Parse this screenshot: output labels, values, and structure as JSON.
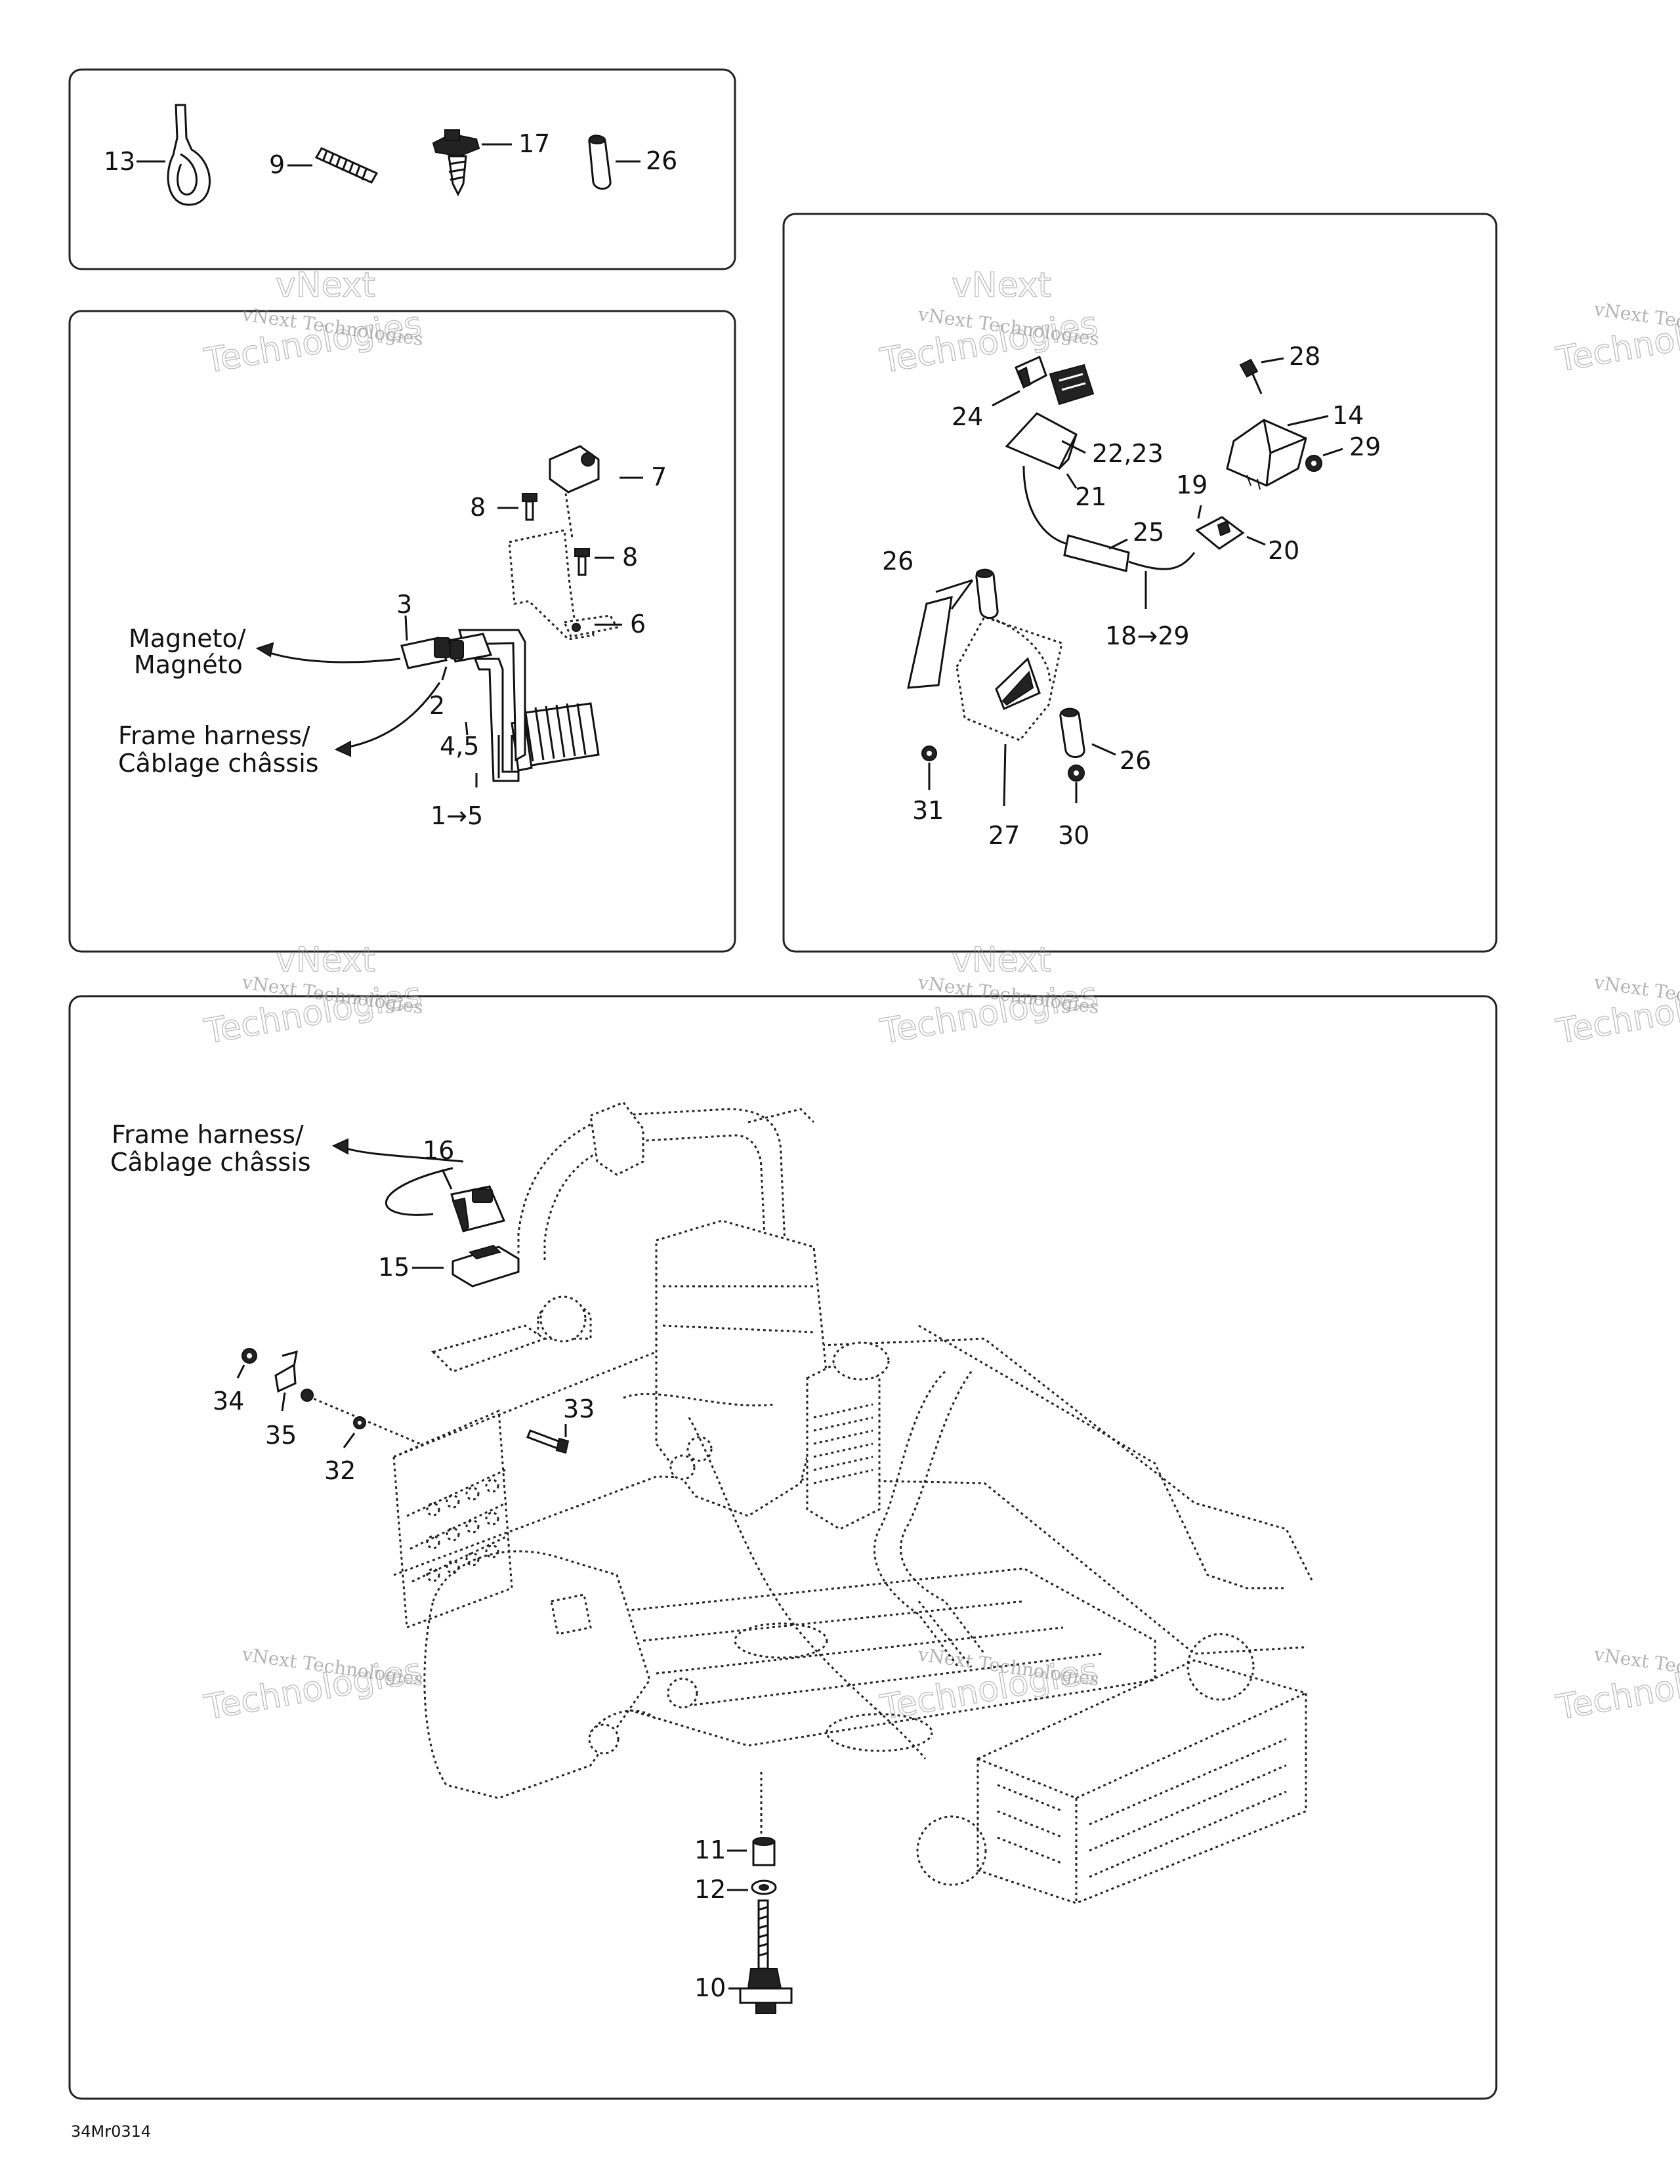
{
  "labels": {
    "l13": "13",
    "l9": "9",
    "l17": "17",
    "l26a": "26",
    "l7": "7",
    "l8a": "8",
    "l8b": "8",
    "l6": "6",
    "l3": "3",
    "l2": "2",
    "l45": "4,5",
    "l15r": "1→5",
    "magneto1": "Magneto/",
    "magneto2": "Magnéto",
    "frame1": "Frame harness/",
    "frame2": "Câblage châssis",
    "l28": "28",
    "l24": "24",
    "l14": "14",
    "l2223": "22,23",
    "l29a": "29",
    "l21": "21",
    "l19": "19",
    "l25": "25",
    "l20": "20",
    "l26b": "26",
    "l1829": "18→29",
    "l26c": "26",
    "l31": "31",
    "l27": "27",
    "l30": "30",
    "frameb1": "Frame harness/",
    "frameb2": "Câblage châssis",
    "l16": "16",
    "l15": "15",
    "l34": "34",
    "l35": "35",
    "l32": "32",
    "l33": "33",
    "l11": "11",
    "l12": "12",
    "l10": "10",
    "code": "34Mr0314"
  },
  "watermark": {
    "line1": "vNext Technologies",
    "line2": "vNext",
    "line3": "Technologies"
  }
}
